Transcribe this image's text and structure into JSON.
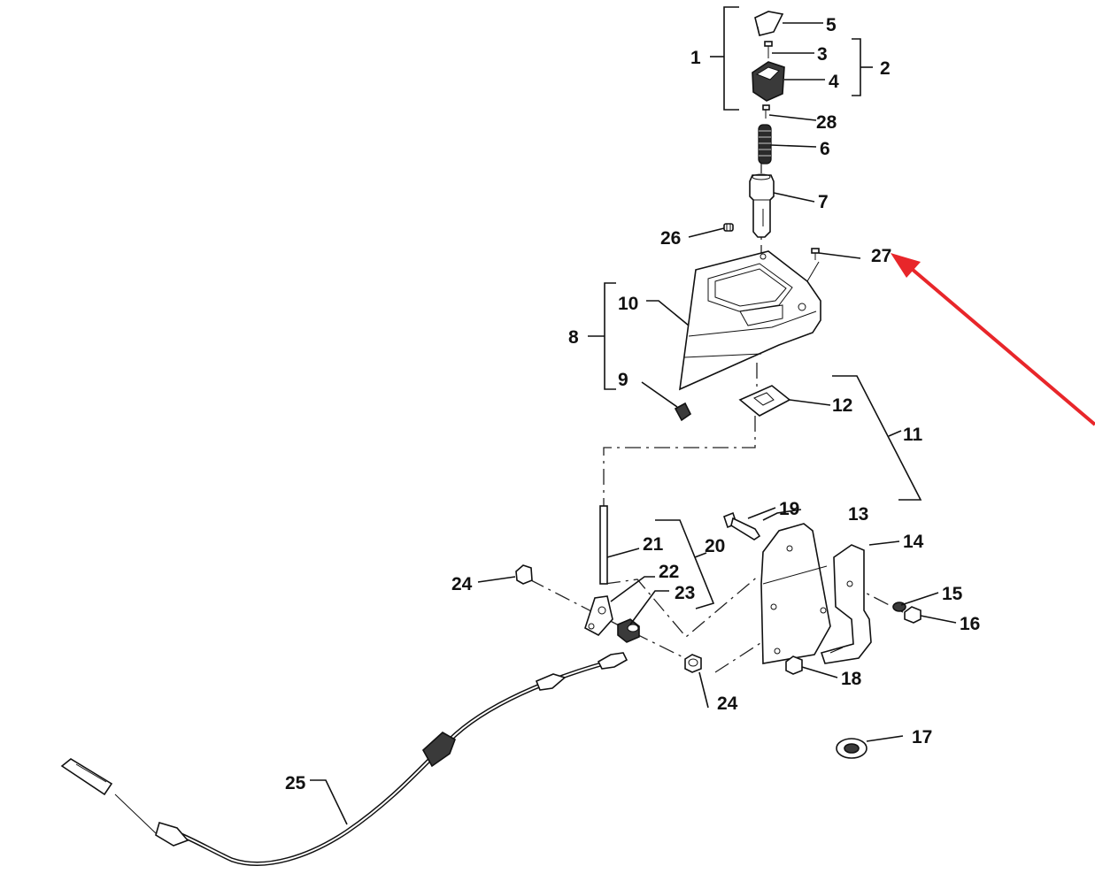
{
  "diagram": {
    "callouts": [
      {
        "id": "1",
        "text": "1"
      },
      {
        "id": "2",
        "text": "2"
      },
      {
        "id": "3",
        "text": "3"
      },
      {
        "id": "4",
        "text": "4"
      },
      {
        "id": "5",
        "text": "5"
      },
      {
        "id": "6",
        "text": "6"
      },
      {
        "id": "7",
        "text": "7"
      },
      {
        "id": "8",
        "text": "8"
      },
      {
        "id": "9",
        "text": "9"
      },
      {
        "id": "10",
        "text": "10"
      },
      {
        "id": "11",
        "text": "11"
      },
      {
        "id": "12",
        "text": "12"
      },
      {
        "id": "13",
        "text": "13"
      },
      {
        "id": "14",
        "text": "14"
      },
      {
        "id": "15",
        "text": "15"
      },
      {
        "id": "16",
        "text": "16"
      },
      {
        "id": "17",
        "text": "17"
      },
      {
        "id": "18",
        "text": "18"
      },
      {
        "id": "19",
        "text": "19"
      },
      {
        "id": "20",
        "text": "20"
      },
      {
        "id": "21",
        "text": "21"
      },
      {
        "id": "22",
        "text": "22"
      },
      {
        "id": "23",
        "text": "23"
      },
      {
        "id": "24a",
        "text": "24"
      },
      {
        "id": "24b",
        "text": "24"
      },
      {
        "id": "25",
        "text": "25"
      },
      {
        "id": "26",
        "text": "26"
      },
      {
        "id": "27",
        "text": "27"
      },
      {
        "id": "28",
        "text": "28"
      }
    ],
    "highlight_color": "#e8262a",
    "line_color": "#111111",
    "part_fill_dark": "#3a3a3a"
  }
}
